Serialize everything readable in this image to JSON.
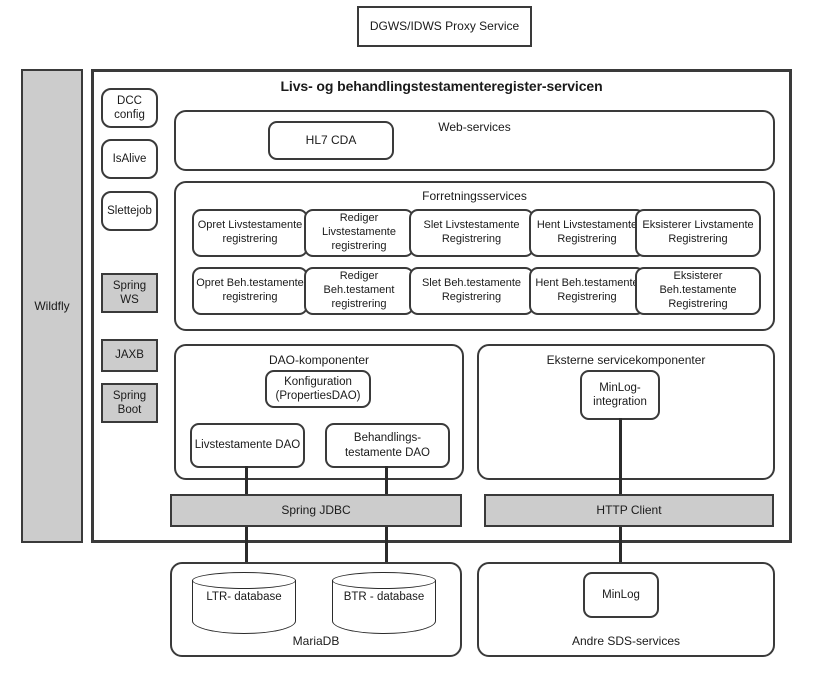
{
  "diagram": {
    "proxy_service": "DGWS/IDWS Proxy Service",
    "platform": "Wildfly",
    "service_title": "Livs- og behandlingstestamenteregister-servicen"
  },
  "rail": {
    "items": [
      {
        "key": "dcc-config",
        "label": "DCC config",
        "style": "round"
      },
      {
        "key": "isalive",
        "label": "IsAlive",
        "style": "round"
      },
      {
        "key": "slettejob",
        "label": "Slettejob",
        "style": "round"
      },
      {
        "key": "spring-ws",
        "label": "Spring WS",
        "style": "gray"
      },
      {
        "key": "jaxb",
        "label": "JAXB",
        "style": "gray"
      },
      {
        "key": "spring-boot",
        "label": "Spring Boot",
        "style": "gray"
      }
    ]
  },
  "webservices": {
    "label": "Web-services",
    "components": [
      {
        "key": "hl7-cda",
        "label": "HL7 CDA"
      }
    ]
  },
  "forretningsservices": {
    "label": "Forretningsservices",
    "rows": [
      {
        "key": "livstestamente-row",
        "services": [
          {
            "key": "opret-livstestamente",
            "label": "Opret Livstestamente registrering"
          },
          {
            "key": "rediger-livstestamente",
            "label": "Rediger Livstestamente registrering"
          },
          {
            "key": "slet-livstestamente",
            "label": "Slet Livstestamente Registrering"
          },
          {
            "key": "hent-livstestamente",
            "label": "Hent Livstestamente Registrering"
          },
          {
            "key": "eksisterer-livstestamente",
            "label": "Eksisterer Livstamente Registrering"
          }
        ]
      },
      {
        "key": "behandlingstestamente-row",
        "services": [
          {
            "key": "opret-beh",
            "label": "Opret Beh.testamente registrering"
          },
          {
            "key": "rediger-beh",
            "label": "Rediger Beh.testament registrering"
          },
          {
            "key": "slet-beh",
            "label": "Slet Beh.testamente Registrering"
          },
          {
            "key": "hent-beh",
            "label": "Hent Beh.testamente Registrering"
          },
          {
            "key": "eksisterer-beh",
            "label": "Eksisterer Beh.testamente Registrering"
          }
        ]
      }
    ]
  },
  "dao": {
    "label": "DAO-komponenter",
    "konfiguration": "Konfiguration (PropertiesDAO)",
    "livstestamente_dao": "Livstestamente DAO",
    "behandlingstestamente_dao": "Behandlings- testamente DAO"
  },
  "external": {
    "label": "Eksterne servicekomponenter",
    "minlog_integration": "MinLog- integration"
  },
  "drivers": {
    "spring_jdbc": "Spring JDBC",
    "http_client": "HTTP Client"
  },
  "datastores": {
    "mariadb_label": "MariaDB",
    "ltr_database": "LTR- database",
    "btr_database": "BTR - database"
  },
  "sds": {
    "label": "Andre SDS-services",
    "minlog": "MinLog"
  },
  "colors": {
    "stroke": "#3a3a3a",
    "gray_fill": "#cccccc",
    "background": "#ffffff"
  }
}
